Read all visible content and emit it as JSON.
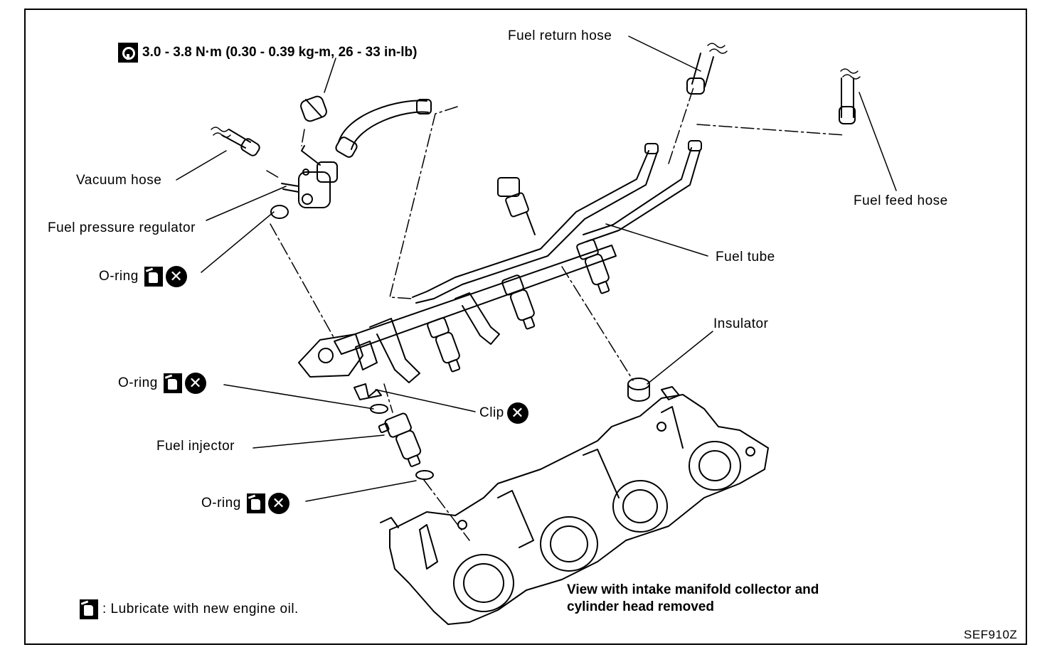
{
  "torque_spec": "3.0 - 3.8 N·m (0.30 - 0.39 kg-m, 26 - 33 in-lb)",
  "labels": {
    "fuel_return_hose": "Fuel return hose",
    "fuel_feed_hose": "Fuel feed hose",
    "vacuum_hose": "Vacuum hose",
    "fuel_pressure_regulator": "Fuel pressure regulator",
    "o_ring": "O-ring",
    "fuel_tube": "Fuel tube",
    "insulator": "Insulator",
    "clip": "Clip",
    "fuel_injector": "Fuel injector"
  },
  "view_note_line1": "View with intake manifold collector and",
  "view_note_line2": "cylinder head removed",
  "legend_text": ": Lubricate with new engine oil.",
  "figure_code": "SEF910Z",
  "icons": {
    "replace": "circle-x-icon",
    "lubricate": "oil-can-icon",
    "torque": "torque-wrench-icon"
  }
}
